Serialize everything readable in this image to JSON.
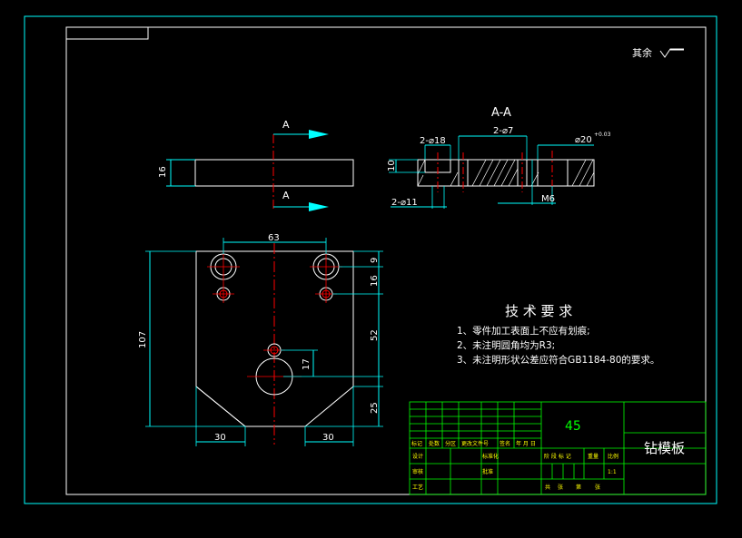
{
  "colors": {
    "frame": "#00ffff",
    "outline": "#ffffff",
    "dimension": "#00ffff",
    "centerline": "#ff0000",
    "hatch": "#ffffff",
    "table": "#00ff00",
    "text_yellow": "#ffff00"
  },
  "roughness_note": "其余",
  "section": {
    "label_a_top": "A",
    "label_a_bottom": "A",
    "title": "A-A"
  },
  "dims": {
    "thickness_16": "16",
    "hole_2_d18": "2-⌀18",
    "hole_2_d7": "2-⌀7",
    "bore_d20": "⌀20",
    "bore_tol": "+0.03",
    "depth_10": "10",
    "hole_2_d11": "2-⌀11",
    "thread_m6": "M6",
    "spacing_63": "63",
    "height_107": "107",
    "dim_9": "9",
    "dim_16b": "16",
    "dim_52": "52",
    "dim_17": "17",
    "dim_25": "25",
    "chamfer_30_left": "30",
    "chamfer_30_right": "30"
  },
  "tech_req": {
    "title": "技 术 要 求",
    "items": [
      "1、零件加工表面上不应有划痕;",
      "2、未注明圆角均为R3;",
      "3、未注明形状公差应符合GB1184-80的要求。"
    ]
  },
  "title_block": {
    "material": "45",
    "part_name": "钻模板",
    "header_labels": [
      "标记",
      "处数",
      "分区",
      "更改文件号",
      "签名",
      "年 月 日"
    ],
    "row_labels": [
      "设计",
      "审核",
      "工艺"
    ],
    "mid_labels": [
      "标准化",
      "批准"
    ],
    "stage_labels": [
      "阶 段 标 记",
      "重量",
      "比例"
    ],
    "scale": "1:1",
    "sheet_labels": [
      "共",
      "张",
      "第",
      "张"
    ]
  }
}
